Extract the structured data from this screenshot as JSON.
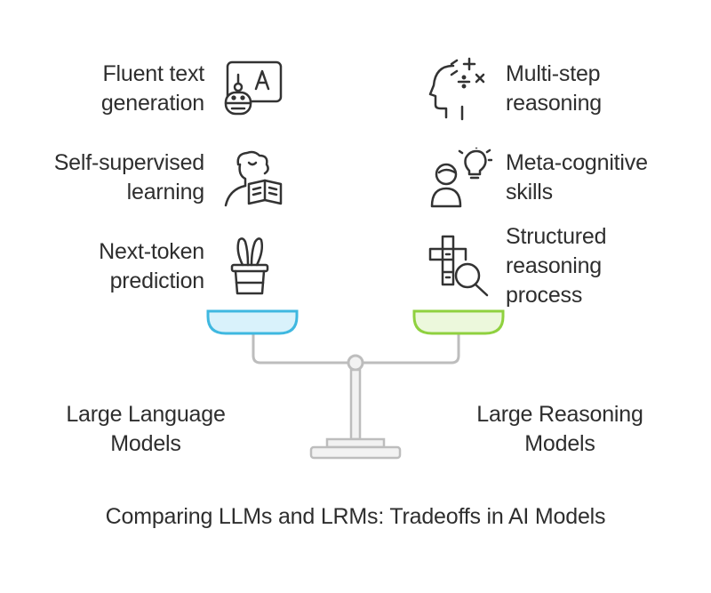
{
  "left_side": {
    "category": "Large Language\nModels",
    "features": [
      {
        "label": "Fluent text\ngeneration",
        "icon": "robot-text-icon"
      },
      {
        "label": "Self-supervised\nlearning",
        "icon": "person-reading-book-icon"
      },
      {
        "label": "Next-token\nprediction",
        "icon": "magic-hat-rabbit-icon"
      }
    ],
    "pan_color": "#3fb8e0"
  },
  "right_side": {
    "category": "Large Reasoning\nModels",
    "features": [
      {
        "label": "Multi-step\nreasoning",
        "icon": "head-math-icon"
      },
      {
        "label": "Meta-cognitive\nskills",
        "icon": "person-lightbulb-icon"
      },
      {
        "label": "Structured\nreasoning\nprocess",
        "icon": "crossword-magnifier-icon"
      }
    ],
    "pan_color": "#8fd13f"
  },
  "caption": "Comparing LLMs and LRMs: Tradeoffs in AI Models",
  "colors": {
    "line": "#bdbdbd",
    "icon": "#333333",
    "text": "#2e2e2e"
  }
}
